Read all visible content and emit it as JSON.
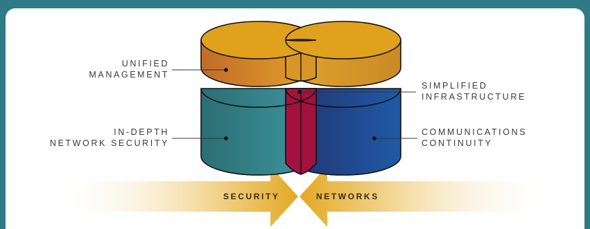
{
  "labels": {
    "unified_management": [
      "UNIFIED",
      "MANAGEMENT"
    ],
    "in_depth_security": [
      "IN-DEPTH",
      "NETWORK SECURITY"
    ],
    "simplified_infrastructure": [
      "SIMPLIFIED",
      "INFRASTRUCTURE"
    ],
    "communications_continuity": [
      "COMMUNICATIONS",
      "CONTINUITY"
    ]
  },
  "arrows": {
    "left": "SECURITY",
    "right": "NETWORKS"
  },
  "colors": {
    "background": "#2e7a86",
    "gold": "#e0a21c",
    "teal": "#2f7f85",
    "blue": "#1f4d96",
    "crimson": "#a3123f",
    "copper": "#c87f2a"
  }
}
